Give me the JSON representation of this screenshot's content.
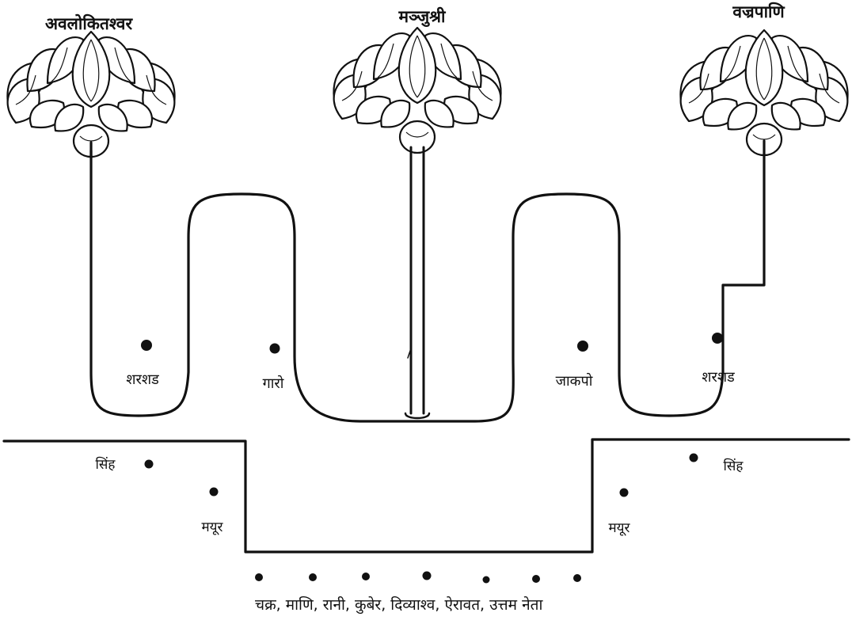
{
  "top_labels": {
    "left": "अवलोकितश्वर",
    "center": "मञ्जुश्री",
    "right": "वज्रपाणि"
  },
  "inner_labels": {
    "left_outer": "शरशड",
    "left_inner": "गारो",
    "right_inner": "जाकपो",
    "right_outer": "शरशड"
  },
  "side_labels": {
    "left_top": "सिंह",
    "left_bottom": "मयूर",
    "right_top": "सिंह",
    "right_bottom": "मयूर"
  },
  "bottom_label": "चक्र, माणि, रानी, कुबेर, दिव्याश्व, ऐरावत, उत्तम नेता",
  "colors": {
    "ink": "#111111",
    "paper": "#ffffff"
  }
}
